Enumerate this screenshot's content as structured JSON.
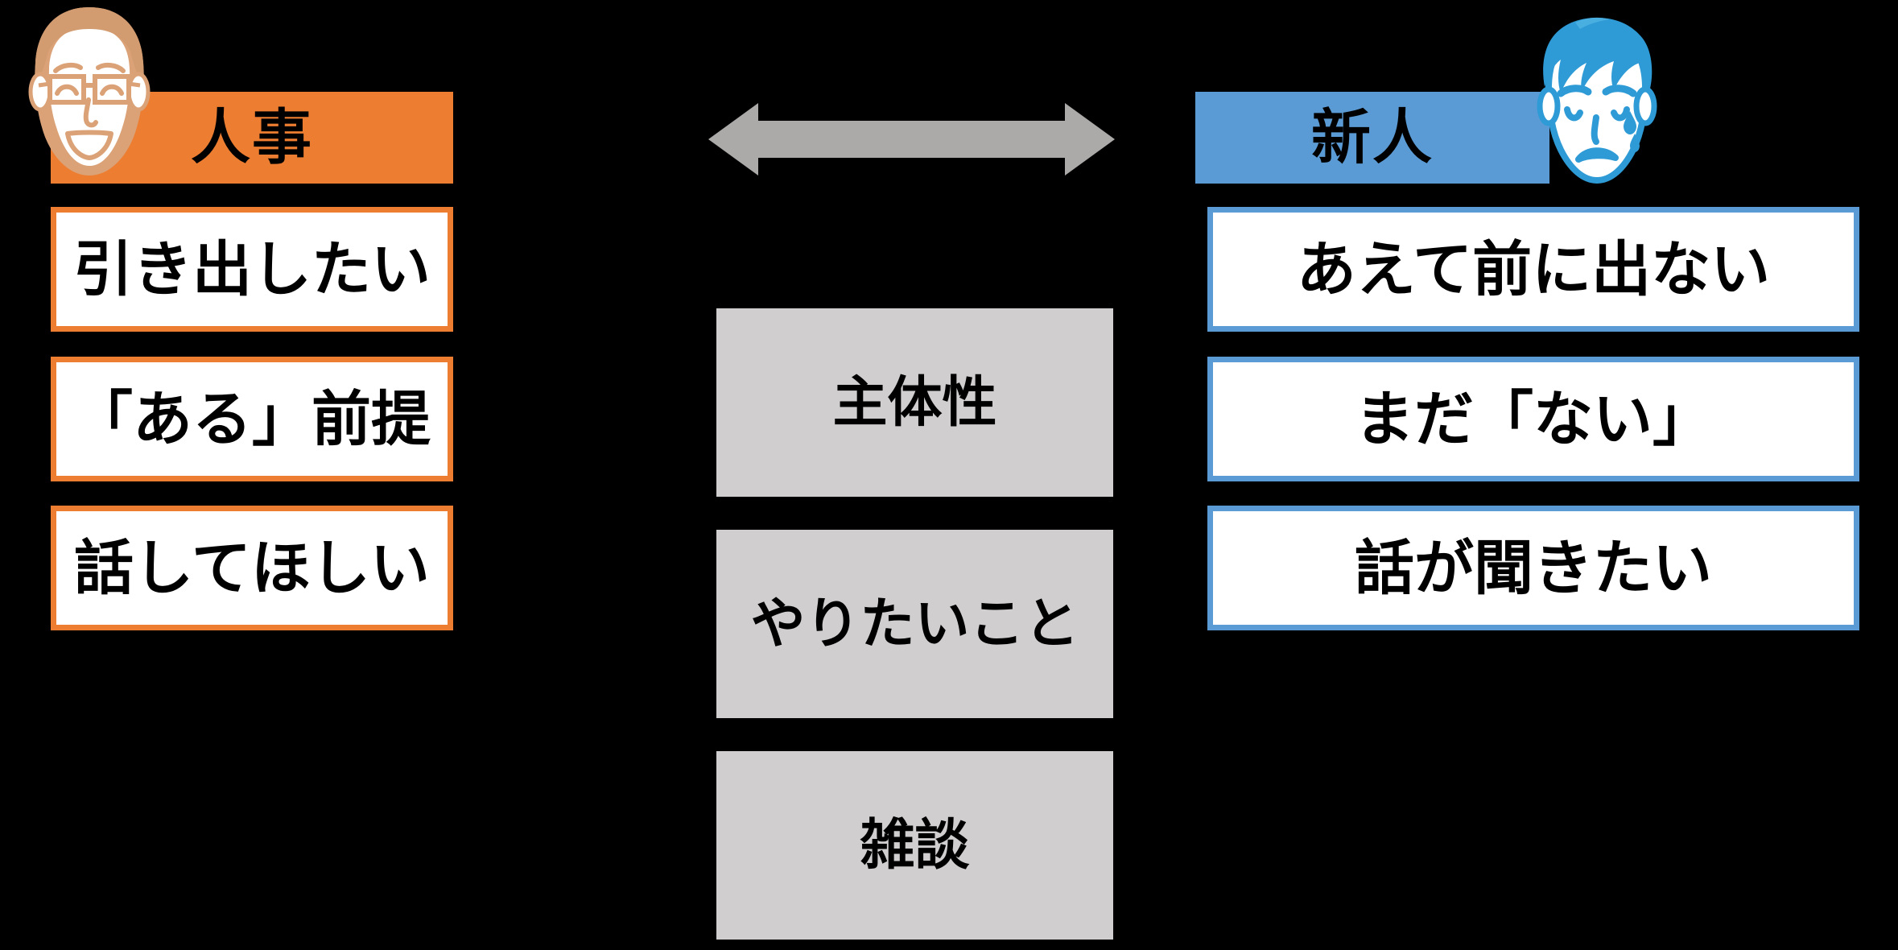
{
  "slide": {
    "background_color": "#000000",
    "columns": {
      "left": {
        "header_label": "人事",
        "header_color": "#ED7D31",
        "border_color": "#ED7D31",
        "avatar_icon": "hr-person-smiling-glasses-icon"
      },
      "middle": {
        "topic_color": "#D0CECE",
        "arrow_icon": "double-headed-horizontal-arrow-icon",
        "arrow_color": "#ACA9A9"
      },
      "right": {
        "header_label": "新人",
        "header_color": "#5B9BD5",
        "border_color": "#5B9BD5",
        "avatar_icon": "new-employee-worried-sweating-icon"
      }
    },
    "rows": [
      {
        "topic": "主体性",
        "left": "引き出したい",
        "right": "あえて前に出ない"
      },
      {
        "topic": "やりたいこと",
        "left": "「ある」前提",
        "right": "まだ「ない」"
      },
      {
        "topic": "雑談",
        "left": "話してほしい",
        "right": "話が聞きたい"
      }
    ]
  }
}
